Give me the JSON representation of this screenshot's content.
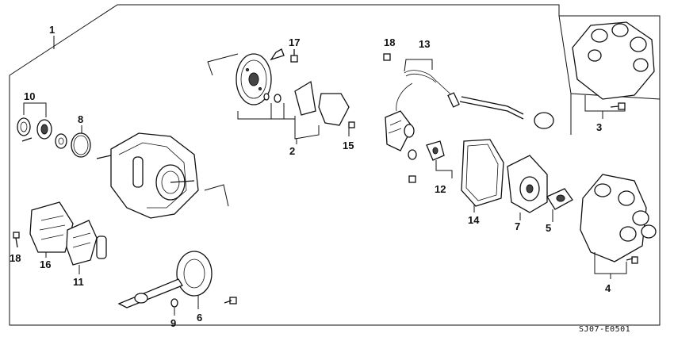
{
  "diagram": {
    "drawing_code": "SJ07-E0501",
    "callouts": [
      {
        "id": "c1",
        "text": "1"
      },
      {
        "id": "c2",
        "text": "2"
      },
      {
        "id": "c3",
        "text": "3"
      },
      {
        "id": "c4",
        "text": "4"
      },
      {
        "id": "c5",
        "text": "5"
      },
      {
        "id": "c6",
        "text": "6"
      },
      {
        "id": "c7",
        "text": "7"
      },
      {
        "id": "c8",
        "text": "8"
      },
      {
        "id": "c9",
        "text": "9"
      },
      {
        "id": "c10",
        "text": "10"
      },
      {
        "id": "c11",
        "text": "11"
      },
      {
        "id": "c12",
        "text": "12"
      },
      {
        "id": "c13",
        "text": "13"
      },
      {
        "id": "c14",
        "text": "14"
      },
      {
        "id": "c15",
        "text": "15"
      },
      {
        "id": "c16",
        "text": "16"
      },
      {
        "id": "c17",
        "text": "17"
      },
      {
        "id": "c18a",
        "text": "18"
      },
      {
        "id": "c18b",
        "text": "18"
      }
    ]
  }
}
